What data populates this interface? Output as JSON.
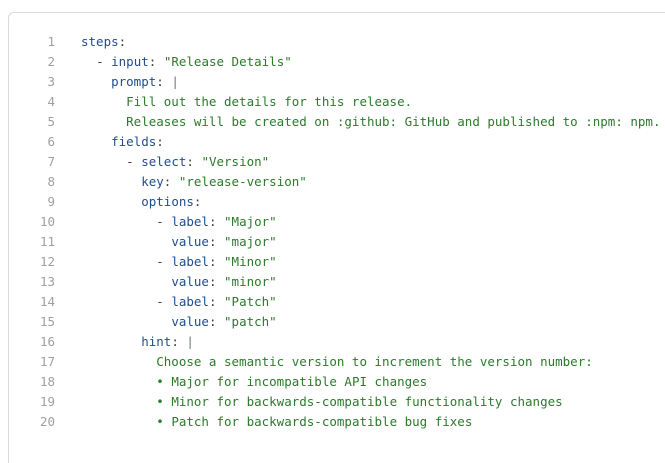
{
  "editor": {
    "language": "yaml",
    "background": "#ffffff",
    "border_color": "#d8dade",
    "colors": {
      "line_number": "#9ba0a6",
      "key": "#1f4d8f",
      "string": "#2c7a2c",
      "text": "#2c7a2c",
      "punctuation": "#3a3f45",
      "pipe": "#6a737d",
      "bullet": "#2c7a2c"
    },
    "lines": [
      {
        "number": "1",
        "text": "steps:"
      },
      {
        "number": "2",
        "text": "  - input: \"Release Details\""
      },
      {
        "number": "3",
        "text": "    prompt: |"
      },
      {
        "number": "4",
        "text": "      Fill out the details for this release."
      },
      {
        "number": "5",
        "text": "      Releases will be created on :github: GitHub and published to :npm: npm."
      },
      {
        "number": "6",
        "text": "    fields:"
      },
      {
        "number": "7",
        "text": "      - select: \"Version\""
      },
      {
        "number": "8",
        "text": "        key: \"release-version\""
      },
      {
        "number": "9",
        "text": "        options:"
      },
      {
        "number": "10",
        "text": "          - label: \"Major\""
      },
      {
        "number": "11",
        "text": "            value: \"major\""
      },
      {
        "number": "12",
        "text": "          - label: \"Minor\""
      },
      {
        "number": "13",
        "text": "            value: \"minor\""
      },
      {
        "number": "14",
        "text": "          - label: \"Patch\""
      },
      {
        "number": "15",
        "text": "            value: \"patch\""
      },
      {
        "number": "16",
        "text": "        hint: |"
      },
      {
        "number": "17",
        "text": "          Choose a semantic version to increment the version number:"
      },
      {
        "number": "18",
        "text": "          • Major for incompatible API changes"
      },
      {
        "number": "19",
        "text": "          • Minor for backwards-compatible functionality changes"
      },
      {
        "number": "20",
        "text": "          • Patch for backwards-compatible bug fixes"
      }
    ],
    "tokens": [
      [
        {
          "t": "steps",
          "c": "key"
        },
        {
          "t": ":",
          "c": "punc"
        }
      ],
      [
        {
          "t": "  ",
          "c": "punc"
        },
        {
          "t": "-",
          "c": "dash"
        },
        {
          "t": " ",
          "c": "punc"
        },
        {
          "t": "input",
          "c": "key"
        },
        {
          "t": ": ",
          "c": "punc"
        },
        {
          "t": "\"Release Details\"",
          "c": "str"
        }
      ],
      [
        {
          "t": "    ",
          "c": "punc"
        },
        {
          "t": "prompt",
          "c": "key"
        },
        {
          "t": ": ",
          "c": "punc"
        },
        {
          "t": "|",
          "c": "pipe"
        }
      ],
      [
        {
          "t": "      Fill out the details for this release.",
          "c": "txt"
        }
      ],
      [
        {
          "t": "      Releases will be created on :github: GitHub and published to :npm: npm.",
          "c": "txt"
        }
      ],
      [
        {
          "t": "    ",
          "c": "punc"
        },
        {
          "t": "fields",
          "c": "key"
        },
        {
          "t": ":",
          "c": "punc"
        }
      ],
      [
        {
          "t": "      ",
          "c": "punc"
        },
        {
          "t": "-",
          "c": "dash"
        },
        {
          "t": " ",
          "c": "punc"
        },
        {
          "t": "select",
          "c": "key"
        },
        {
          "t": ": ",
          "c": "punc"
        },
        {
          "t": "\"Version\"",
          "c": "str"
        }
      ],
      [
        {
          "t": "        ",
          "c": "punc"
        },
        {
          "t": "key",
          "c": "key"
        },
        {
          "t": ": ",
          "c": "punc"
        },
        {
          "t": "\"release-version\"",
          "c": "str"
        }
      ],
      [
        {
          "t": "        ",
          "c": "punc"
        },
        {
          "t": "options",
          "c": "key"
        },
        {
          "t": ":",
          "c": "punc"
        }
      ],
      [
        {
          "t": "          ",
          "c": "punc"
        },
        {
          "t": "-",
          "c": "dash"
        },
        {
          "t": " ",
          "c": "punc"
        },
        {
          "t": "label",
          "c": "key"
        },
        {
          "t": ": ",
          "c": "punc"
        },
        {
          "t": "\"Major\"",
          "c": "str"
        }
      ],
      [
        {
          "t": "            ",
          "c": "punc"
        },
        {
          "t": "value",
          "c": "key"
        },
        {
          "t": ": ",
          "c": "punc"
        },
        {
          "t": "\"major\"",
          "c": "str"
        }
      ],
      [
        {
          "t": "          ",
          "c": "punc"
        },
        {
          "t": "-",
          "c": "dash"
        },
        {
          "t": " ",
          "c": "punc"
        },
        {
          "t": "label",
          "c": "key"
        },
        {
          "t": ": ",
          "c": "punc"
        },
        {
          "t": "\"Minor\"",
          "c": "str"
        }
      ],
      [
        {
          "t": "            ",
          "c": "punc"
        },
        {
          "t": "value",
          "c": "key"
        },
        {
          "t": ": ",
          "c": "punc"
        },
        {
          "t": "\"minor\"",
          "c": "str"
        }
      ],
      [
        {
          "t": "          ",
          "c": "punc"
        },
        {
          "t": "-",
          "c": "dash"
        },
        {
          "t": " ",
          "c": "punc"
        },
        {
          "t": "label",
          "c": "key"
        },
        {
          "t": ": ",
          "c": "punc"
        },
        {
          "t": "\"Patch\"",
          "c": "str"
        }
      ],
      [
        {
          "t": "            ",
          "c": "punc"
        },
        {
          "t": "value",
          "c": "key"
        },
        {
          "t": ": ",
          "c": "punc"
        },
        {
          "t": "\"patch\"",
          "c": "str"
        }
      ],
      [
        {
          "t": "        ",
          "c": "punc"
        },
        {
          "t": "hint",
          "c": "key"
        },
        {
          "t": ": ",
          "c": "punc"
        },
        {
          "t": "|",
          "c": "pipe"
        }
      ],
      [
        {
          "t": "          Choose a semantic version to increment the version number:",
          "c": "txt"
        }
      ],
      [
        {
          "t": "          ",
          "c": "punc"
        },
        {
          "t": "•",
          "c": "bullet"
        },
        {
          "t": " Major for incompatible API changes",
          "c": "txt"
        }
      ],
      [
        {
          "t": "          ",
          "c": "punc"
        },
        {
          "t": "•",
          "c": "bullet"
        },
        {
          "t": " Minor for backwards-compatible functionality changes",
          "c": "txt"
        }
      ],
      [
        {
          "t": "          ",
          "c": "punc"
        },
        {
          "t": "•",
          "c": "bullet"
        },
        {
          "t": " Patch for backwards-compatible bug fixes",
          "c": "txt"
        }
      ]
    ]
  }
}
